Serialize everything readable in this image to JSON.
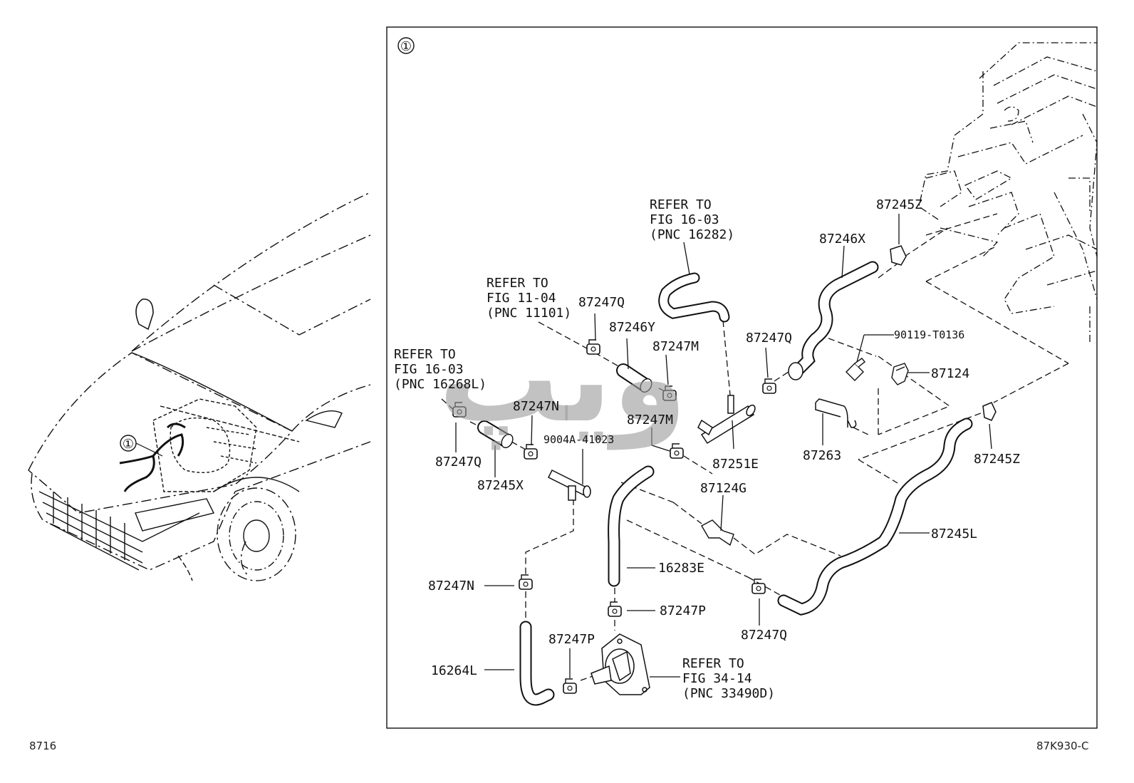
{
  "frame_number": "①",
  "car_callout_number": "①",
  "footer": {
    "left_code": "8716",
    "right_code": "87K930-C"
  },
  "watermark": "ﻭﯾﭗ",
  "references": {
    "ref_16_03_16282": [
      "REFER TO",
      "FIG 16-03",
      "(PNC 16282)"
    ],
    "ref_11_04_11101": [
      "REFER TO",
      "FIG 11-04",
      "(PNC 11101)"
    ],
    "ref_16_03_16268L": [
      "REFER TO",
      "FIG 16-03",
      "(PNC 16268L)"
    ],
    "ref_34_14_33490D": [
      "REFER TO",
      "FIG 34-14",
      "(PNC 33490D)"
    ]
  },
  "parts": {
    "p87245Z_top": "87245Z",
    "p87246X": "87246X",
    "p87247Q_a": "87247Q",
    "p87246Y": "87246Y",
    "p87247M_a": "87247M",
    "p87247Q_b": "87247Q",
    "p90119T0136": "90119-T0136",
    "p87124": "87124",
    "p87247N_a": "87247N",
    "p87247M_b": "87247M",
    "p9004A41023": "9004A-41023",
    "p87247Q_c": "87247Q",
    "p87245X": "87245X",
    "p87251E": "87251E",
    "p87263": "87263",
    "p87245Z_right": "87245Z",
    "p87124G": "87124G",
    "p87245L": "87245L",
    "p16283E": "16283E",
    "p87247N_b": "87247N",
    "p87247P_a": "87247P",
    "p87247Q_d": "87247Q",
    "p87247P_b": "87247P",
    "p16264L": "16264L"
  }
}
